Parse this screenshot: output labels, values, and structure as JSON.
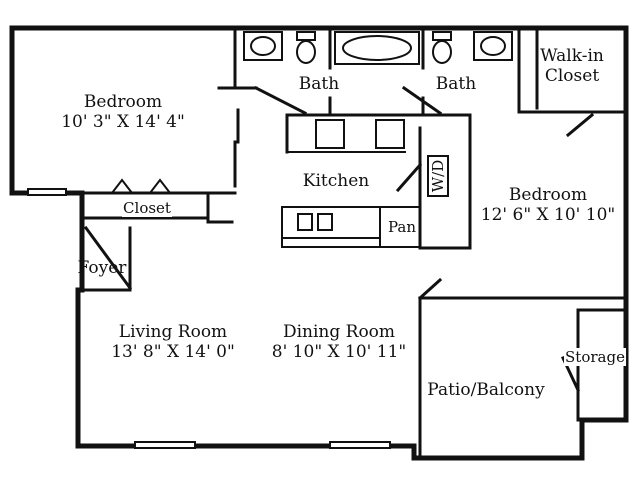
{
  "rooms": {
    "bedroom1": {
      "name": "Bedroom",
      "size": "10' 3\" X 14' 4\""
    },
    "bath1": {
      "name": "Bath"
    },
    "bath2": {
      "name": "Bath"
    },
    "walkin_closet": {
      "line1": "Walk-in",
      "line2": "Closet"
    },
    "kitchen": {
      "name": "Kitchen"
    },
    "wd": {
      "name": "W/D"
    },
    "closet": {
      "name": "Closet"
    },
    "pan": {
      "name": "Pan"
    },
    "bedroom2": {
      "name": "Bedroom",
      "size": "12' 6\" X 10' 10\""
    },
    "foyer": {
      "name": "Foyer"
    },
    "living_room": {
      "name": "Living Room",
      "size": "13' 8\" X 14' 0\""
    },
    "dining_room": {
      "name": "Dining Room",
      "size": "8' 10\" X 10' 11\""
    },
    "storage": {
      "name": "Storage"
    },
    "patio": {
      "name": "Patio/Balcony"
    }
  }
}
